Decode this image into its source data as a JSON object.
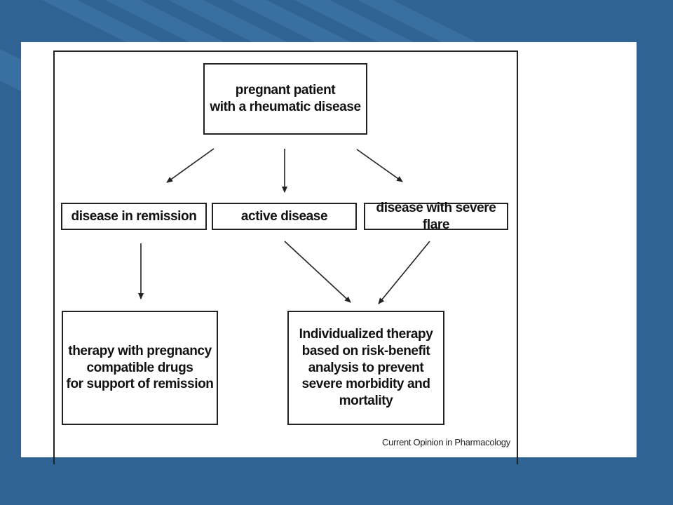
{
  "diagram": {
    "nodes": {
      "root": "pregnant patient\nwith a rheumatic disease",
      "remission": "disease in remission",
      "active": "active disease",
      "severe_flare": "disease with severe flare",
      "compatible_therapy": "therapy with pregnancy\ncompatible drugs\nfor support of remission",
      "individualized_therapy": "Individualized therapy\nbased on risk-benefit\nanalysis to prevent\nsevere morbidity and\nmortality"
    },
    "edges": [
      {
        "from": "root",
        "to": "remission"
      },
      {
        "from": "root",
        "to": "active"
      },
      {
        "from": "root",
        "to": "severe_flare"
      },
      {
        "from": "remission",
        "to": "compatible_therapy"
      },
      {
        "from": "active",
        "to": "individualized_therapy"
      },
      {
        "from": "severe_flare",
        "to": "individualized_therapy"
      }
    ],
    "credit": "Current Opinion in Pharmacology"
  },
  "colors": {
    "background": "#2f6394",
    "stripe": "#3a70a3",
    "panel": "#ffffff",
    "line": "#222222"
  }
}
